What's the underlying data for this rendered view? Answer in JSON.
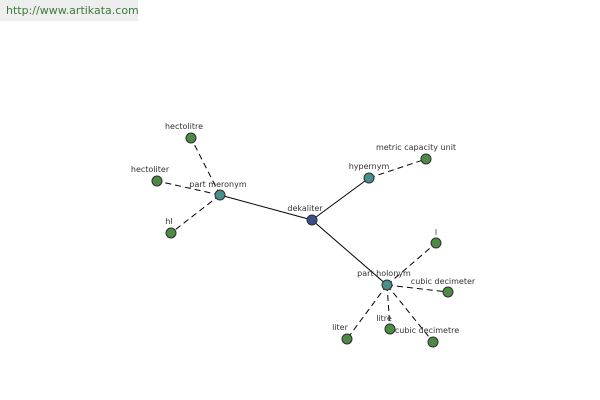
{
  "source_url": "http://www.artikata.com",
  "colors": {
    "center": "#3b4f8a",
    "relation": "#4a8f8f",
    "leaf": "#4e8a45"
  },
  "nodes": {
    "dekaliter": "dekaliter",
    "part_meronym": "part meronym",
    "hypernym": "hypernym",
    "part_holonym": "part holonym",
    "hectolitre": "hectolitre",
    "hectoliter": "hectoliter",
    "hl": "hl",
    "metric_capacity_unit": "metric capacity unit",
    "l": "l",
    "cubic_decimeter": "cubic decimeter",
    "liter": "liter",
    "litre": "litre",
    "cubic_decimetre": "cubic decimetre"
  }
}
